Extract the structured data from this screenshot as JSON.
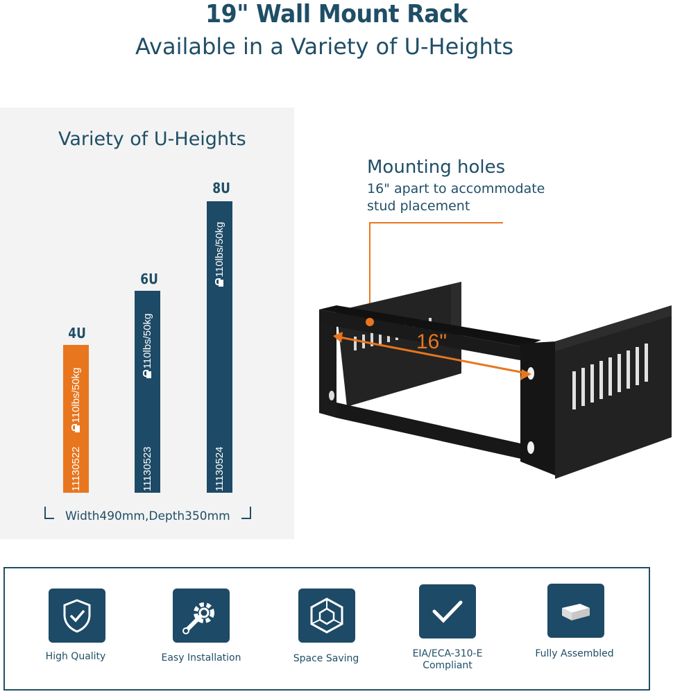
{
  "header": {
    "title": "19\" Wall Mount Rack",
    "subtitle": "Available in a Variety of U-Heights"
  },
  "heights_panel": {
    "title": "Variety of U-Heights",
    "bars": [
      {
        "label": "4U",
        "sku": "11130522",
        "load": "110lbs/50kg",
        "color": "#e8761f"
      },
      {
        "label": "6U",
        "sku": "11130523",
        "load": "110lbs/50kg",
        "color": "#1d4a66"
      },
      {
        "label": "8U",
        "sku": "11130524",
        "load": "110lbs/50kg",
        "color": "#1d4a66"
      }
    ],
    "dimensions": "Width490mm,Depth350mm"
  },
  "mounting": {
    "title": "Mounting holes",
    "description": "16\" apart to accommodate stud placement",
    "measure_label": "16\""
  },
  "features": [
    {
      "label": "High Quality",
      "icon": "shield-check-icon"
    },
    {
      "label": "Easy Installation",
      "icon": "gear-wrench-icon"
    },
    {
      "label": "Space Saving",
      "icon": "cube-icon"
    },
    {
      "label": "EIA/ECA-310-E Compliant",
      "icon": "checkmark-icon"
    },
    {
      "label": "Fully Assembled",
      "icon": "box-icon"
    }
  ],
  "colors": {
    "accent": "#e8761f",
    "brand": "#1d4a66"
  }
}
